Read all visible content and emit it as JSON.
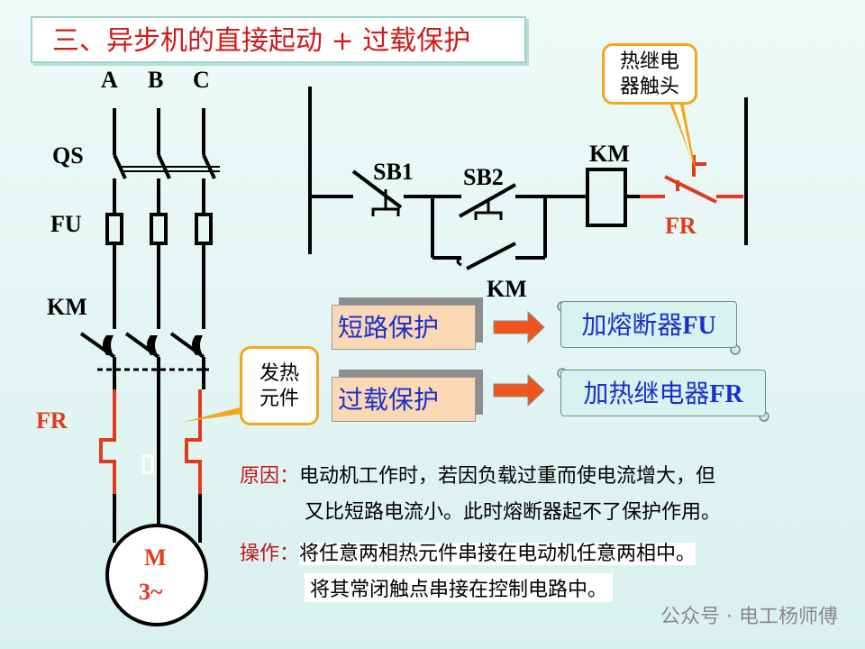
{
  "title": "三、异步机的直接起动 + 过载保护",
  "labels": {
    "phase_a": "A",
    "phase_b": "B",
    "phase_c": "C",
    "qs": "QS",
    "fu": "FU",
    "km_main": "KM",
    "fr_main": "FR",
    "sb1": "SB1",
    "sb2": "SB2",
    "km_coil": "KM",
    "km_aux": "KM",
    "fr_ctrl": "FR",
    "motor_m": "M",
    "motor_sub": "3~"
  },
  "callouts": {
    "relay_contact": [
      "热继电",
      "器触头"
    ],
    "heating_element": [
      "发热",
      "元件"
    ]
  },
  "protections": [
    {
      "kind": "短路保护",
      "device": "加熔断器",
      "code": "FU"
    },
    {
      "kind": "过载保护",
      "device": "加热继电器",
      "code": "FR"
    }
  ],
  "reason": {
    "key": "原因：",
    "line1": "电动机工作时，若因负载过重而使电流增大，但",
    "line2": "又比短路电流小。此时熔断器起不了保护作用。"
  },
  "operation": {
    "key": "操作：",
    "line1": "将任意两相热元件串接在电动机任意两相中。",
    "line2": "将其常闭触点串接在控制电路中。"
  },
  "watermark": "公众号 · 电工杨师傅",
  "colors": {
    "title_red": "#d01a1a",
    "fr_red": "#e23a1c",
    "blue_text": "#1a2fd0",
    "callout_orange": "#f2a81d",
    "box_peach": "#fad8b3"
  }
}
